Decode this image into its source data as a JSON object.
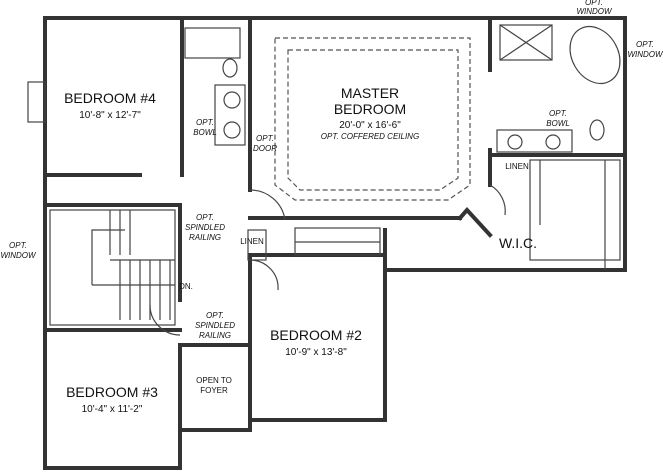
{
  "rooms": {
    "bedroom4": {
      "name": "BEDROOM #4",
      "size": "10'-8\" x 12'-7\""
    },
    "master": {
      "name_line1": "MASTER",
      "name_line2": "BEDROOM",
      "size": "20'-0\" x 16'-6\"",
      "note": "OPT. COFFERED CEILING"
    },
    "bedroom2": {
      "name": "BEDROOM #2",
      "size": "10'-9\" x 13'-8\""
    },
    "bedroom3": {
      "name": "BEDROOM #3",
      "size": "10'-4\" x 11'-2\""
    },
    "wic": {
      "name": "W.I.C."
    },
    "foyer": {
      "line1": "OPEN TO",
      "line2": "FOYER"
    }
  },
  "labels": {
    "opt": "OPT.",
    "bowl": "BOWL",
    "door": "DOOR",
    "window": "WINDOW",
    "spindled": "SPINDLED",
    "railing": "RAILING",
    "linen": "LINEN",
    "dn": "DN."
  }
}
